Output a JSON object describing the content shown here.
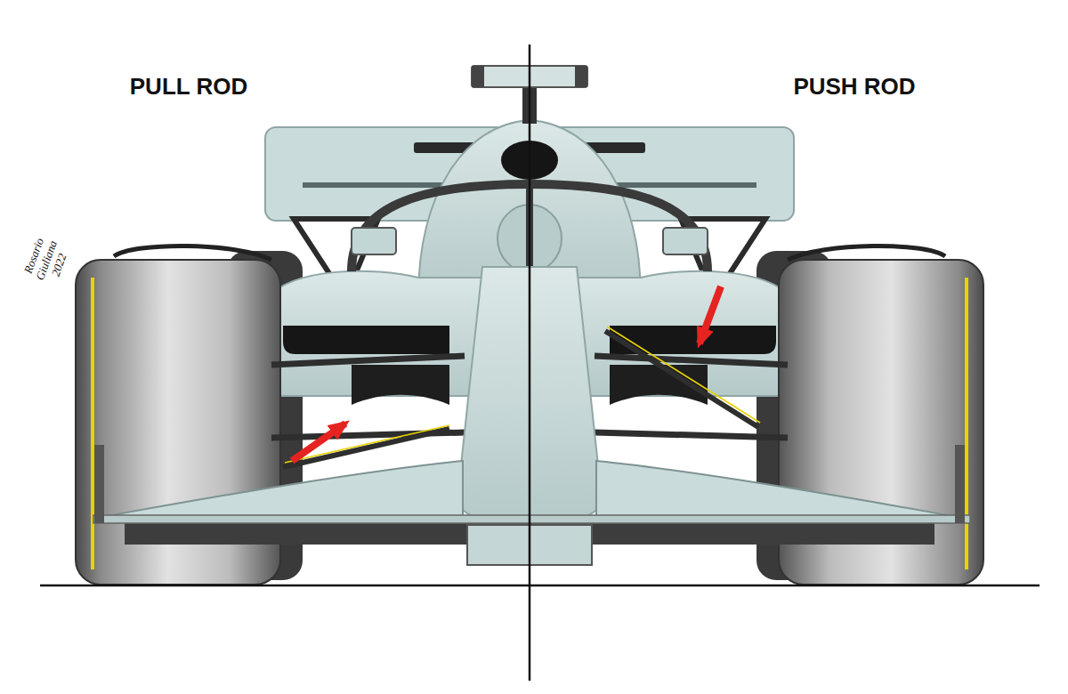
{
  "diagram": {
    "labels": [
      "PULL ROD",
      "PUSH ROD",
      "Rosario Giuliana 2022"
    ]
  }
}
